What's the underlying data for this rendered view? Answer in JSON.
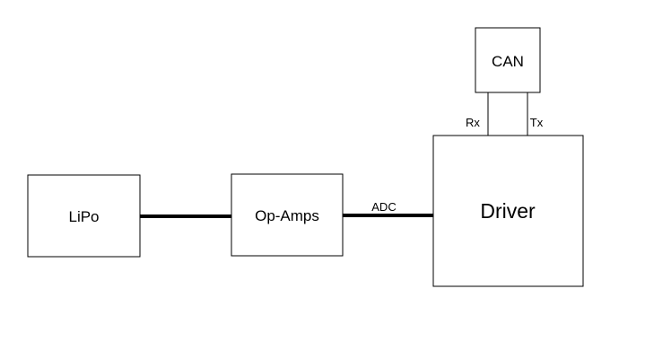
{
  "diagram": {
    "nodes": {
      "lipo": {
        "label": "LiPo"
      },
      "opamps": {
        "label": "Op-Amps"
      },
      "driver": {
        "label": "Driver"
      },
      "can": {
        "label": "CAN"
      }
    },
    "edges": [
      {
        "from": "lipo",
        "to": "opamps",
        "label": ""
      },
      {
        "from": "opamps",
        "to": "driver",
        "label": "ADC"
      },
      {
        "from": "driver",
        "to": "can",
        "label": "Rx"
      },
      {
        "from": "driver",
        "to": "can",
        "label": "Tx"
      }
    ],
    "labels": {
      "adc": "ADC",
      "rx": "Rx",
      "tx": "Tx"
    }
  }
}
